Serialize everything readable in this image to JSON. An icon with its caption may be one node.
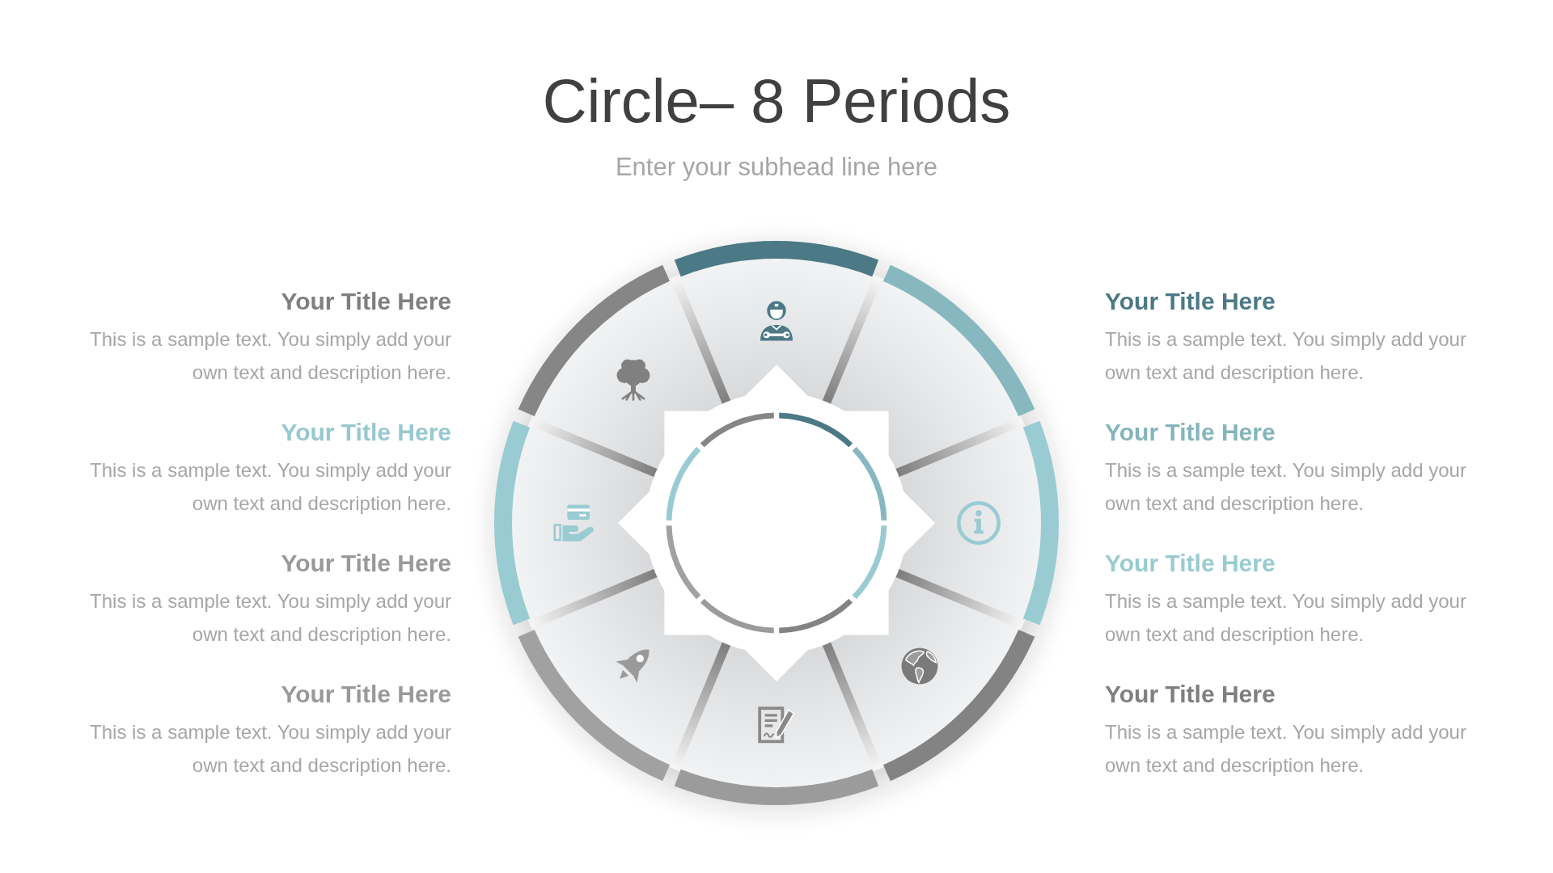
{
  "diagram": {
    "title": "Circle– 8 Periods",
    "labels": [
      "Enter your subhead line here",
      "Your Title Here",
      "This is a sample text. You simply add your own text and description here.",
      "Your Title Here",
      "This is a sample text. You simply add your own text and description here.",
      "Your Title Here",
      "This is a sample text. You simply add your own text and description here.",
      "Your Title Here",
      "This is a sample text. You simply add your own text and description here.",
      "Your Title Here",
      "This is a sample text. You simply add your own text and description here.",
      "Your Title Here",
      "This is a sample text. You simply add your own text and description here.",
      "Your Title Here",
      "This is a sample text. You simply add your own text and description here.",
      "Your Title Here",
      "This is a sample text. You simply add your own text and description here."
    ]
  }
}
